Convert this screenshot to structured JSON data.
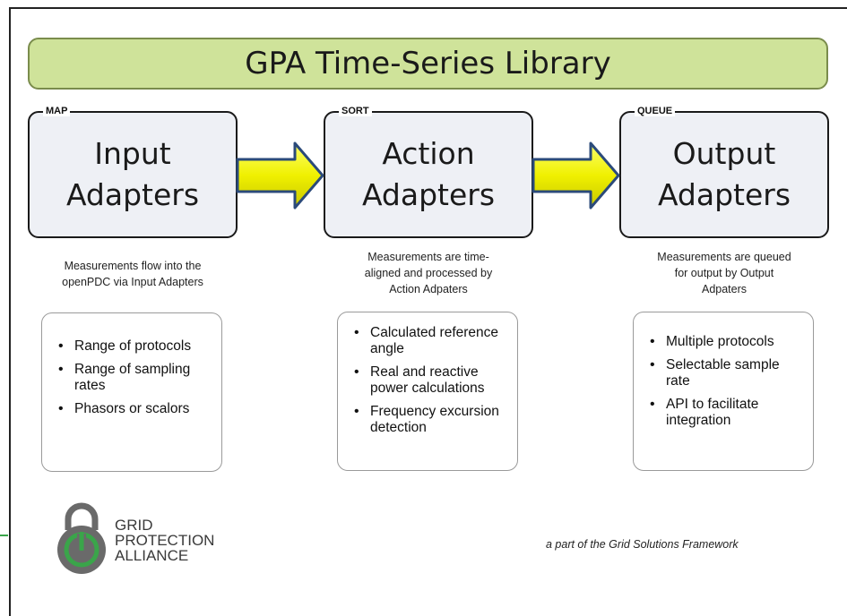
{
  "title": "GPA Time-Series Library",
  "stages": [
    {
      "tag": "MAP",
      "title_line1": "Input",
      "title_line2": "Adapters",
      "description_lines": [
        "Measurements flow into the",
        "openPDC via Input Adapters"
      ],
      "bullets": [
        "Range of protocols",
        "Range of sampling rates",
        "Phasors or scalors"
      ]
    },
    {
      "tag": "SORT",
      "title_line1": "Action",
      "title_line2": "Adapters",
      "description_lines": [
        "Measurements are time-",
        "aligned and processed by",
        "Action Adpaters"
      ],
      "bullets": [
        "Calculated reference angle",
        "Real and reactive power calculations",
        "Frequency excursion detection"
      ]
    },
    {
      "tag": "QUEUE",
      "title_line1": "Output",
      "title_line2": "Adapters",
      "description_lines": [
        "Measurements are queued",
        "for output by Output",
        "Adpaters"
      ],
      "bullets": [
        "Multiple protocols",
        "Selectable sample rate",
        "API to facilitate integration"
      ]
    }
  ],
  "logo": {
    "line1": "GRID",
    "line2": "PROTECTION",
    "line3": "ALLIANCE",
    "icon": "power-padlock-icon"
  },
  "footer_note": "a part of the Grid Solutions Framework",
  "colors": {
    "banner_fill": "#cfe39a",
    "banner_border": "#7a8c4c",
    "box_fill": "#eef0f5",
    "arrow_fill": "#f0f000",
    "arrow_border": "#2b4a7a",
    "logo_gray": "#6a6a6a",
    "logo_green": "#3aa54a"
  }
}
